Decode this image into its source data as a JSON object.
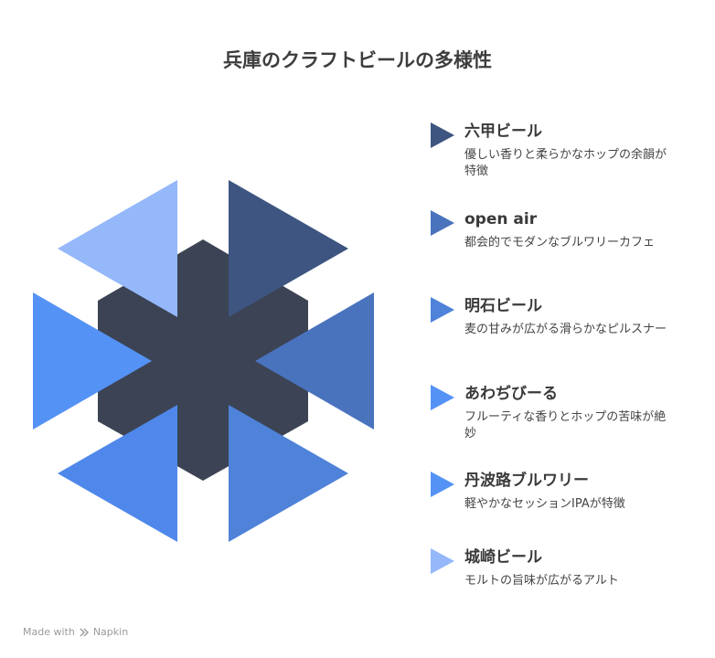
{
  "title": "兵庫のクラフトビールの多様性",
  "colors": {
    "hex_center": "#3b4354",
    "rokko": "#3d5580",
    "open_air": "#4a73be",
    "akashi": "#4f82d9",
    "awaji": "#5592f5",
    "tamba": "#5592f5",
    "jozaki": "#94b8fa"
  },
  "items": [
    {
      "name": "六甲ビール",
      "desc": "優しい香りと柔らかなホップの余韻が特徴",
      "color": "#3d5580"
    },
    {
      "name": "open air",
      "desc": "都会的でモダンなブルワリーカフェ",
      "color": "#4a73be"
    },
    {
      "name": "明石ビール",
      "desc": "麦の甘みが広がる滑らかなピルスナー",
      "color": "#4f82d9"
    },
    {
      "name": "あわぢびーる",
      "desc": "フルーティな香りとホップの苦味が絶妙",
      "color": "#5592f5"
    },
    {
      "name": "丹波路ブルワリー",
      "desc": "軽やかなセッションIPAが特徴",
      "color": "#5592f5"
    },
    {
      "name": "城崎ビール",
      "desc": "モルトの旨味が広がるアルト",
      "color": "#94b8fa"
    }
  ],
  "footer": {
    "made_with": "Made with",
    "brand": "Napkin",
    "icon": "napkin-logo-icon"
  }
}
